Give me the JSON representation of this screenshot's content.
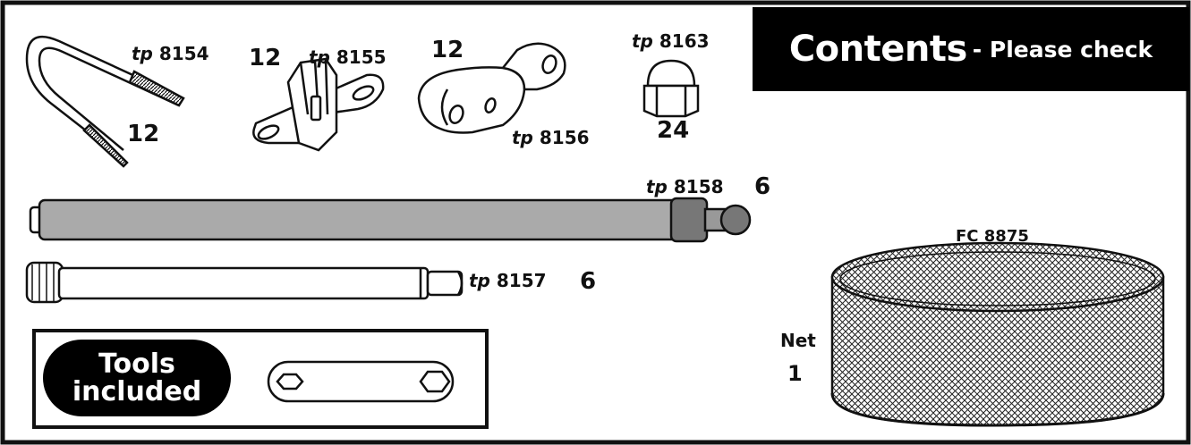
{
  "header": {
    "title": "Contents",
    "subtitle": "- Please check"
  },
  "parts": {
    "ubolt": {
      "prefix": "tp",
      "code": "8154",
      "qty": "12"
    },
    "clamp": {
      "prefix": "tp",
      "code": "8155",
      "qty": "12"
    },
    "strap": {
      "prefix": "tp",
      "code": "8156",
      "qty": "12"
    },
    "capnut": {
      "prefix": "tp",
      "code": "8163",
      "qty": "24"
    },
    "pole_upper": {
      "prefix": "tp",
      "code": "8158",
      "qty": "6"
    },
    "pole_lower": {
      "prefix": "tp",
      "code": "8157",
      "qty": "6"
    },
    "net": {
      "code": "FC 8875",
      "name": "Net",
      "qty": "1"
    }
  },
  "tools": {
    "line1": "Tools",
    "line2": "included"
  },
  "icons": [
    "u-bolt-icon",
    "pole-clamp-icon",
    "strap-bracket-icon",
    "cap-nut-icon",
    "upper-pole-icon",
    "lower-pole-icon",
    "net-enclosure-icon",
    "wrench-icon"
  ]
}
